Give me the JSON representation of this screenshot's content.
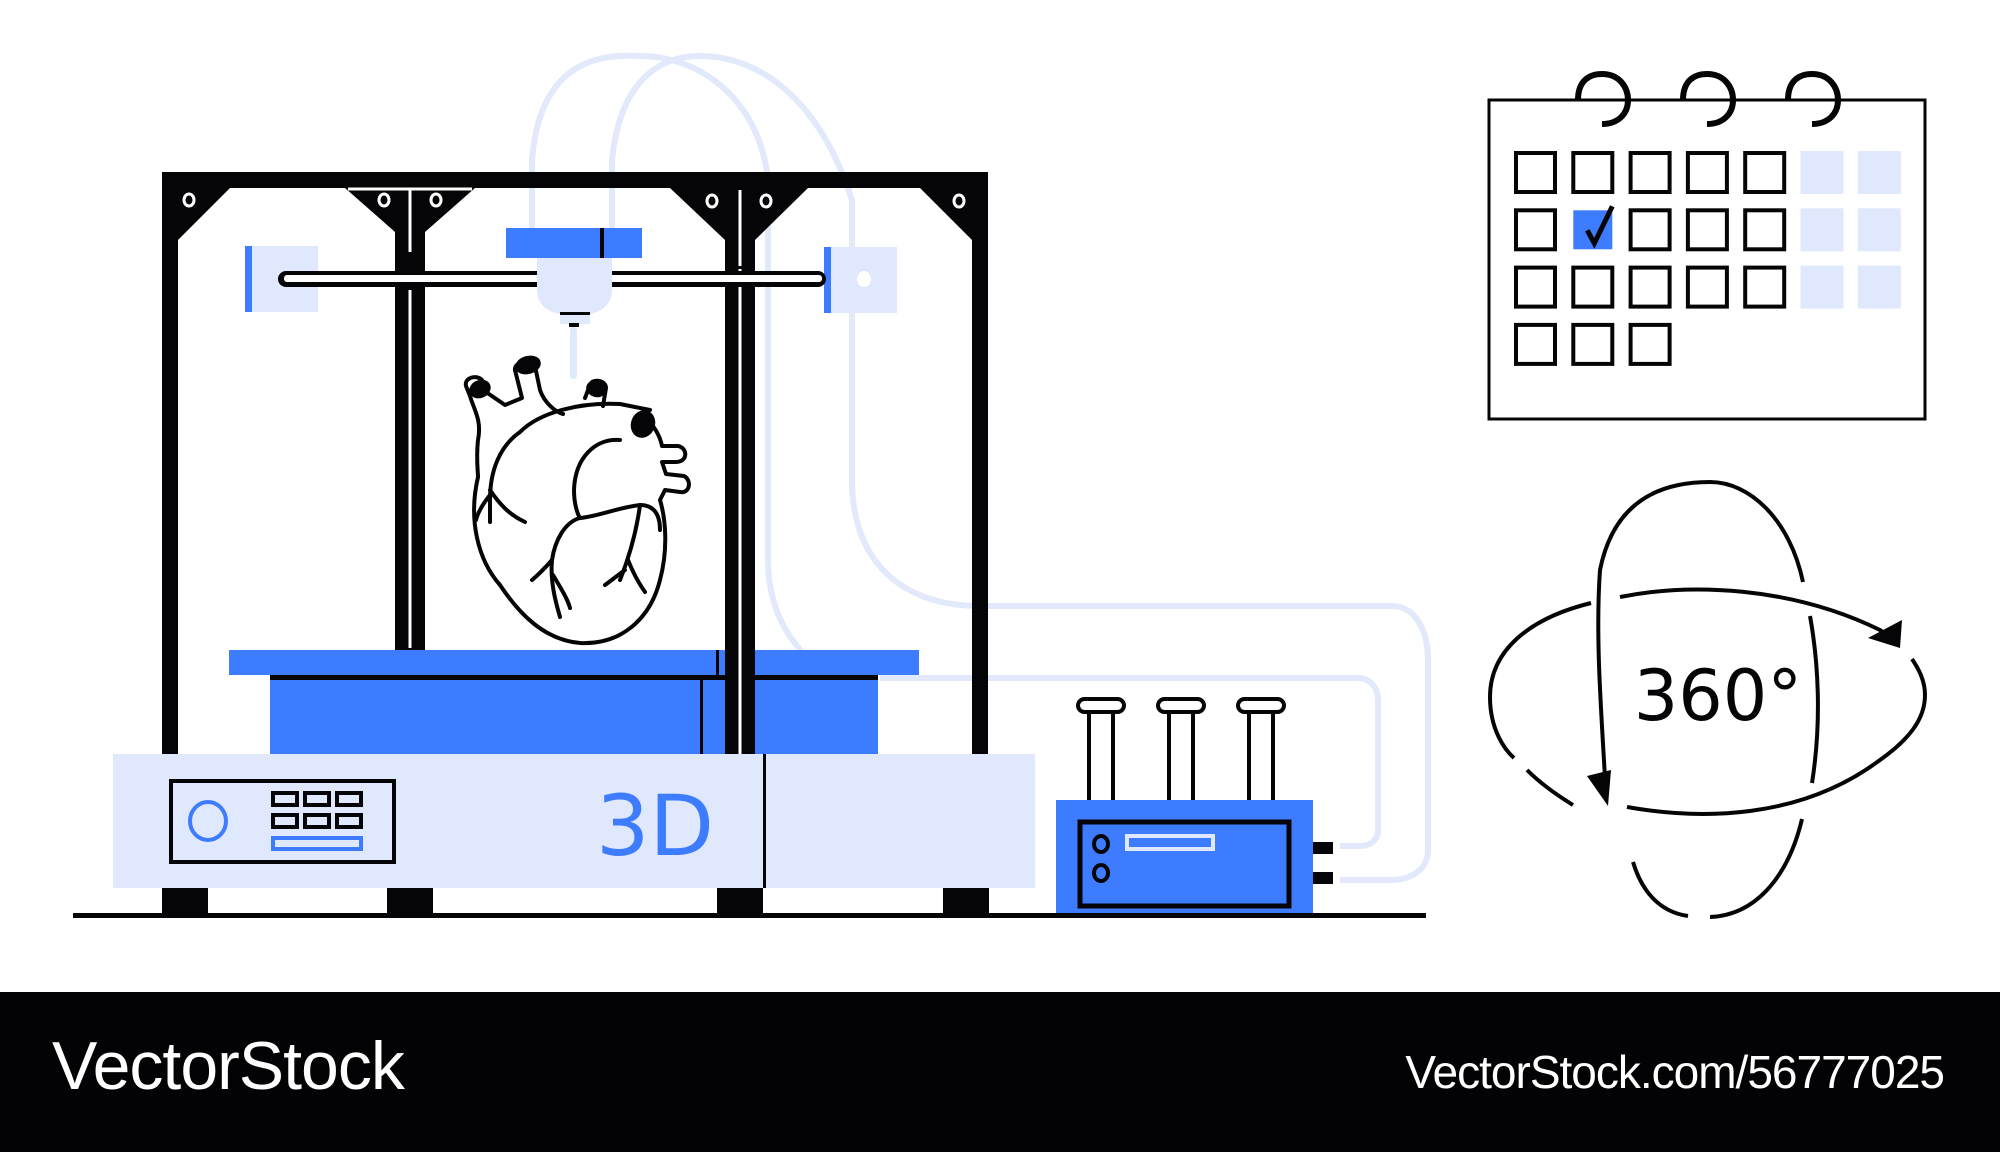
{
  "illustration": {
    "subject": "3D bioprinting of a human heart",
    "printer": {
      "base_label": "3D",
      "object_being_printed": "human heart"
    },
    "calendar": {
      "rows": 4,
      "columns": 7,
      "row_counts": [
        7,
        7,
        7,
        3
      ],
      "checked_cell": {
        "row": 2,
        "column": 2
      },
      "weekend_columns_tinted": [
        6,
        7
      ],
      "check_mark": "✓"
    },
    "rotation_badge": {
      "label": "360°"
    },
    "test_tube_rack": {
      "tube_count": 3
    }
  },
  "footer": {
    "brand": "VectorStock",
    "url": "VectorStock.com/56777025"
  },
  "colors": {
    "accent_blue": "#3d7bff",
    "light_blue": "#dfe8fc",
    "cable_blue": "#e1e9fb",
    "ink": "#050507",
    "background": "#ffffff",
    "footer_bg": "#030305"
  }
}
